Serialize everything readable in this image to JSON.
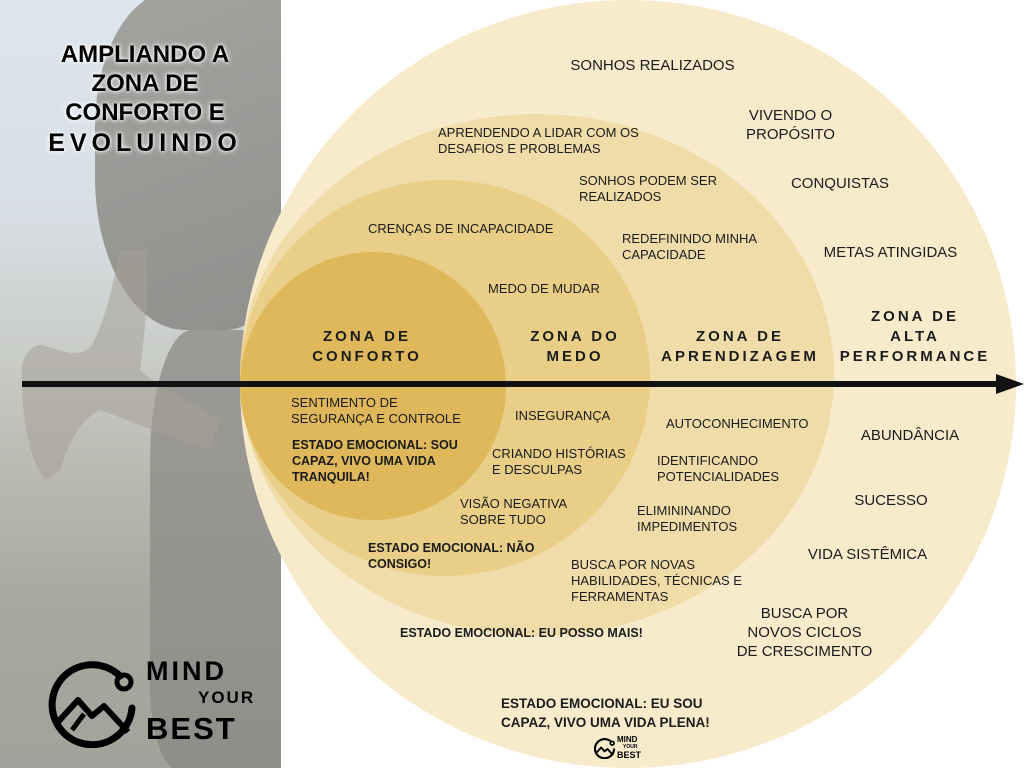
{
  "title": {
    "line1": "AMPLIANDO A",
    "line2": "ZONA DE",
    "line3": "CONFORTO E",
    "line4": "EVOLUINDO"
  },
  "colors": {
    "comfort": "#deb85a",
    "fear": "#e8ce86",
    "learning": "#efdca9",
    "high": "#f7ebcc",
    "axis": "#111111"
  },
  "zones": {
    "comfort": "ZONA DE\nCONFORTO",
    "fear": "ZONA DO\nMEDO",
    "learning": "ZONA DE\nAPRENDIZAGEM",
    "high": "ZONA DE\nALTA\nPERFORMANCE"
  },
  "above": {
    "sonhos_realizados": "SONHOS REALIZADOS",
    "aprendendo": "APRENDENDO A LIDAR COM OS\nDESAFIOS E PROBLEMAS",
    "vivendo": "VIVENDO O\nPROPÓSITO",
    "sonhos_podem": "SONHOS PODEM SER\nREALIZADOS",
    "conquistas": "CONQUISTAS",
    "crencas": "CRENÇAS DE INCAPACIDADE",
    "redefinindo": "REDEFININDO MINHA\nCAPACIDADE",
    "metas": "METAS ATINGIDAS",
    "medo_mudar": "MEDO DE MUDAR"
  },
  "below": {
    "sentimento": "SENTIMENTO DE\nSEGURANÇA E CONTROLE",
    "inseguranca": "INSEGURANÇA",
    "autoconhecimento": "AUTOCONHECIMENTO",
    "abundancia": "ABUNDÂNCIA",
    "estado_conforto": "ESTADO EMOCIONAL: SOU\nCAPAZ, VIVO UMA VIDA\nTRANQUILA!",
    "criando": "CRIANDO HISTÓRIAS\nE DESCULPAS",
    "identificando": "IDENTIFICANDO\nPOTENCIALIDADES",
    "sucesso": "SUCESSO",
    "visao": "VISÃO NEGATIVA\nSOBRE TUDO",
    "eliminando": "ELIMININANDO\nIMPEDIMENTOS",
    "estado_medo": "ESTADO EMOCIONAL: NÃO\nCONSIGO!",
    "vida_sistemica": "VIDA SISTÊMICA",
    "busca_habilidades": "BUSCA POR NOVAS\nHABILIDADES, TÉCNICAS E\nFERRAMENTAS",
    "busca_ciclos": "BUSCA POR\nNOVOS CICLOS\nDE CRESCIMENTO",
    "estado_aprendizagem": "ESTADO EMOCIONAL: EU POSSO MAIS!",
    "estado_alta": "ESTADO EMOCIONAL: EU SOU\nCAPAZ, VIVO UMA VIDA PLENA!"
  },
  "logo": {
    "mind": "MIND",
    "your": "YOUR",
    "best": "BEST",
    "icon": "mountain-sun-logo-icon"
  }
}
